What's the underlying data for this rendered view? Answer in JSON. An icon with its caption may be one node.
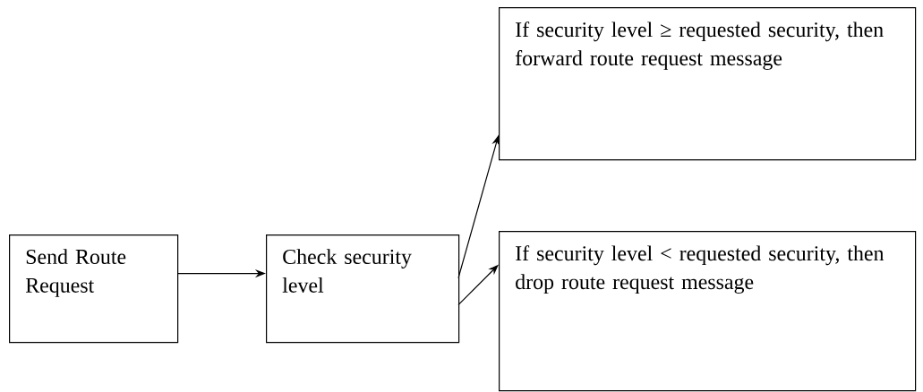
{
  "diagram": {
    "nodes": [
      {
        "text": [
          "Send Route Request"
        ]
      },
      {
        "text": [
          "Check security level"
        ]
      },
      {
        "text": [
          "If security level ≥ requested security, then forward route request message"
        ]
      },
      {
        "text": [
          "If security level < requested security, then drop route request message"
        ]
      }
    ],
    "edges": [
      {
        "from": 0,
        "to": 1,
        "arrow": "to"
      },
      {
        "from": 1,
        "to": 2,
        "arrow": "to"
      },
      {
        "from": 1,
        "to": 3,
        "arrow": "to"
      }
    ]
  }
}
